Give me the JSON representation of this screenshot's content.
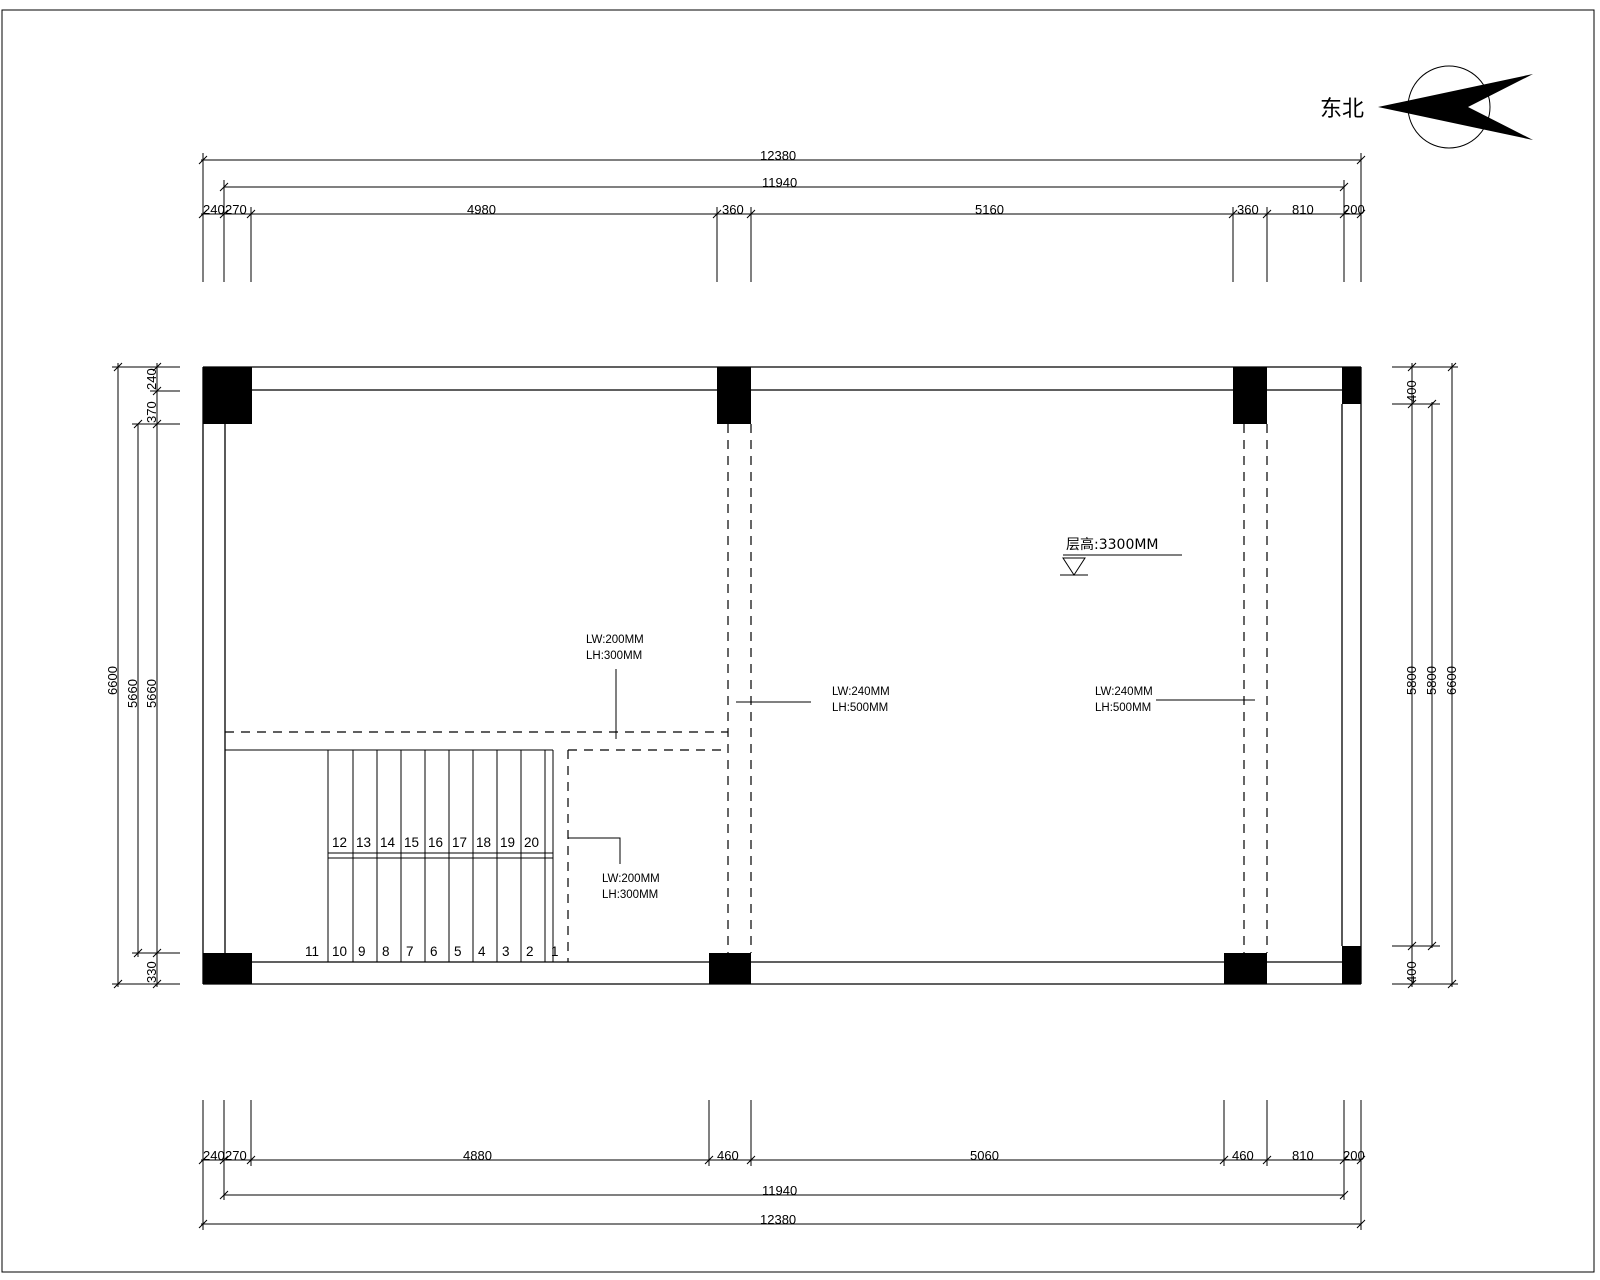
{
  "compass": {
    "label": "东北"
  },
  "dims_top": {
    "overall": "12380",
    "inner": "11940",
    "segments": [
      "240",
      "270",
      "4980",
      "360",
      "5160",
      "360",
      "810",
      "200"
    ]
  },
  "dims_bottom": {
    "overall": "12380",
    "inner": "11940",
    "segments": [
      "240",
      "270",
      "4880",
      "460",
      "5060",
      "460",
      "810",
      "200"
    ]
  },
  "dims_left": {
    "overall": "6600",
    "middle": "5660",
    "inner": "5660",
    "top_a": "240",
    "top_b": "370",
    "bottom": "330"
  },
  "dims_right": {
    "top": "400",
    "middle": "5800",
    "inner": "5800",
    "overall": "6600",
    "bottom": "400"
  },
  "beam_notes": [
    {
      "lw": "LW:200MM",
      "lh": "LH:300MM"
    },
    {
      "lw": "LW:240MM",
      "lh": "LH:500MM"
    },
    {
      "lw": "LW:240MM",
      "lh": "LH:500MM"
    },
    {
      "lw": "LW:200MM",
      "lh": "LH:300MM"
    }
  ],
  "floor_height": "层高:3300MM",
  "stairs": {
    "upper_steps": [
      "12",
      "13",
      "14",
      "15",
      "16",
      "17",
      "18",
      "19",
      "20"
    ],
    "lower_steps": [
      "11",
      "10",
      "9",
      "8",
      "7",
      "6",
      "5",
      "4",
      "3",
      "2",
      "1"
    ]
  }
}
